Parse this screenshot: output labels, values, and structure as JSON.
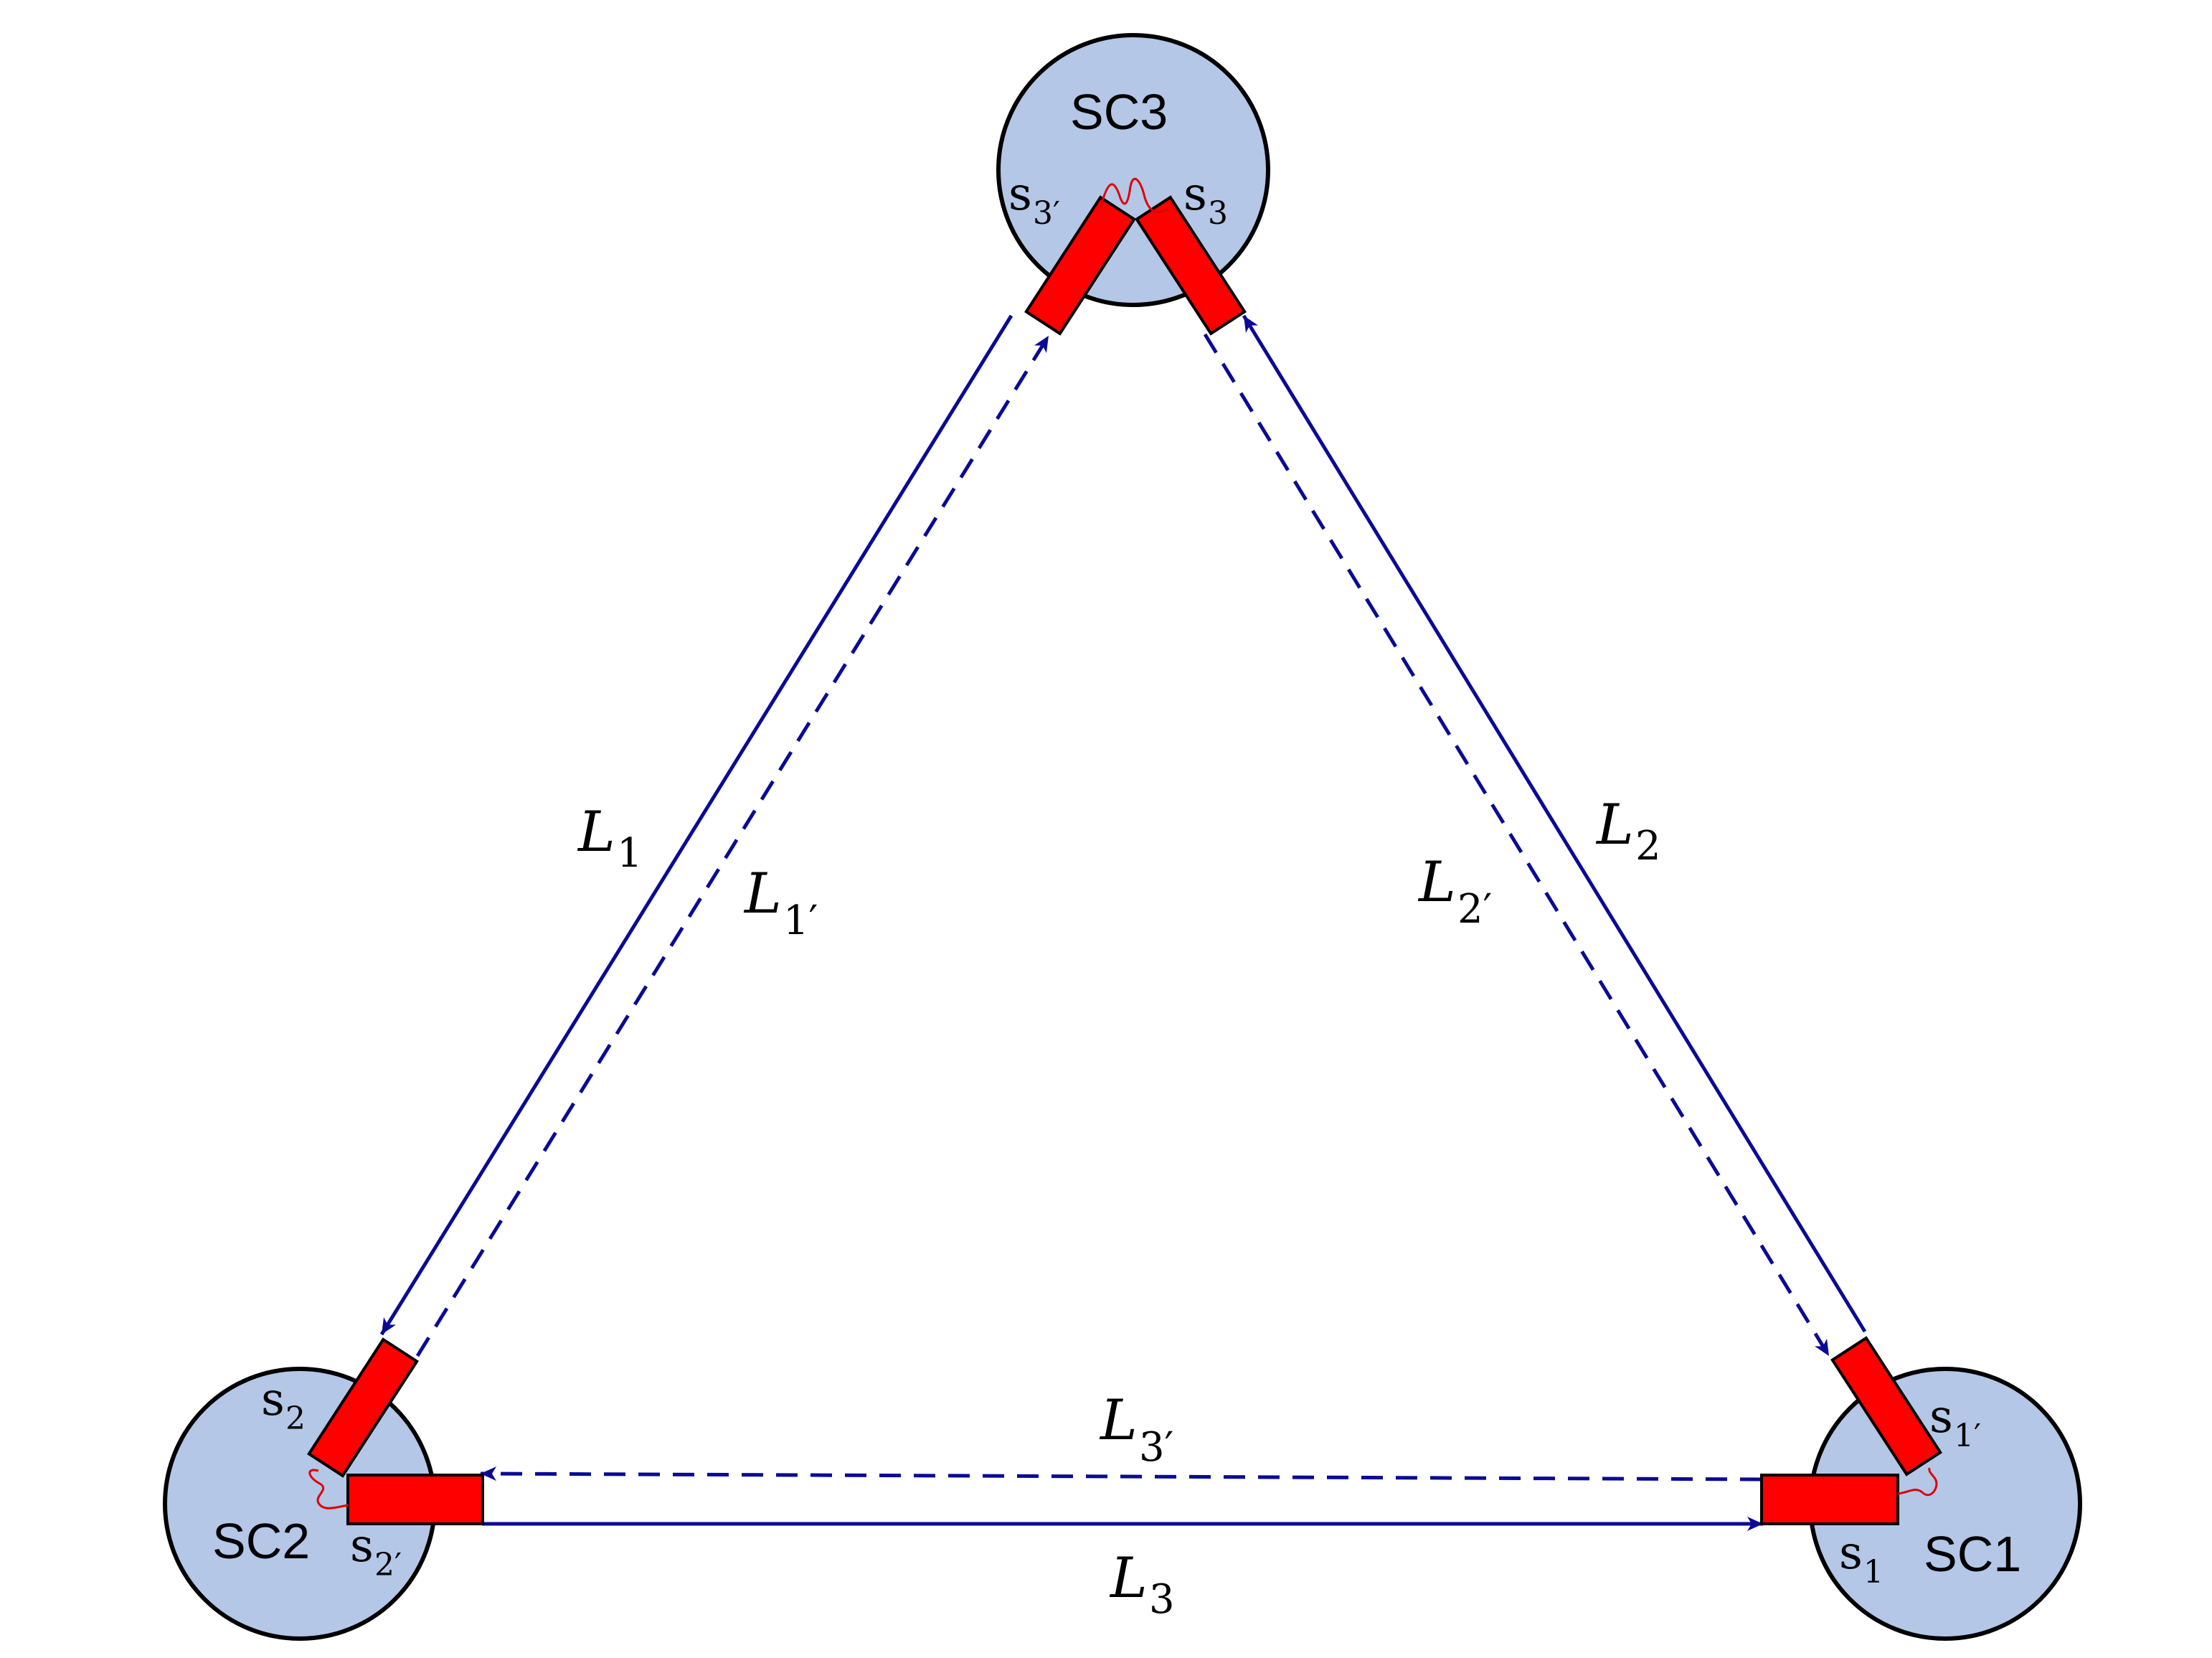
{
  "spacecraft": [
    {
      "id": "sc1",
      "label": "SC1"
    },
    {
      "id": "sc2",
      "label": "SC2"
    },
    {
      "id": "sc3",
      "label": "SC3"
    }
  ],
  "benches": {
    "s1": {
      "main": "s",
      "sub": "1"
    },
    "s1p": {
      "main": "s",
      "sub": "1′"
    },
    "s2": {
      "main": "s",
      "sub": "2"
    },
    "s2p": {
      "main": "s",
      "sub": "2′"
    },
    "s3": {
      "main": "s",
      "sub": "3"
    },
    "s3p": {
      "main": "s",
      "sub": "3′"
    }
  },
  "links": {
    "L1": {
      "main": "L",
      "sub": "1"
    },
    "L1p": {
      "main": "L",
      "sub": "1′"
    },
    "L2": {
      "main": "L",
      "sub": "2"
    },
    "L2p": {
      "main": "L",
      "sub": "2′"
    },
    "L3": {
      "main": "L",
      "sub": "3"
    },
    "L3p": {
      "main": "L",
      "sub": "3′"
    }
  },
  "colors": {
    "spacecraft_fill": "#b4c7e7",
    "bench_fill": "#ff0000",
    "link_line": "#0a0a96",
    "fiber": "#e00000"
  }
}
